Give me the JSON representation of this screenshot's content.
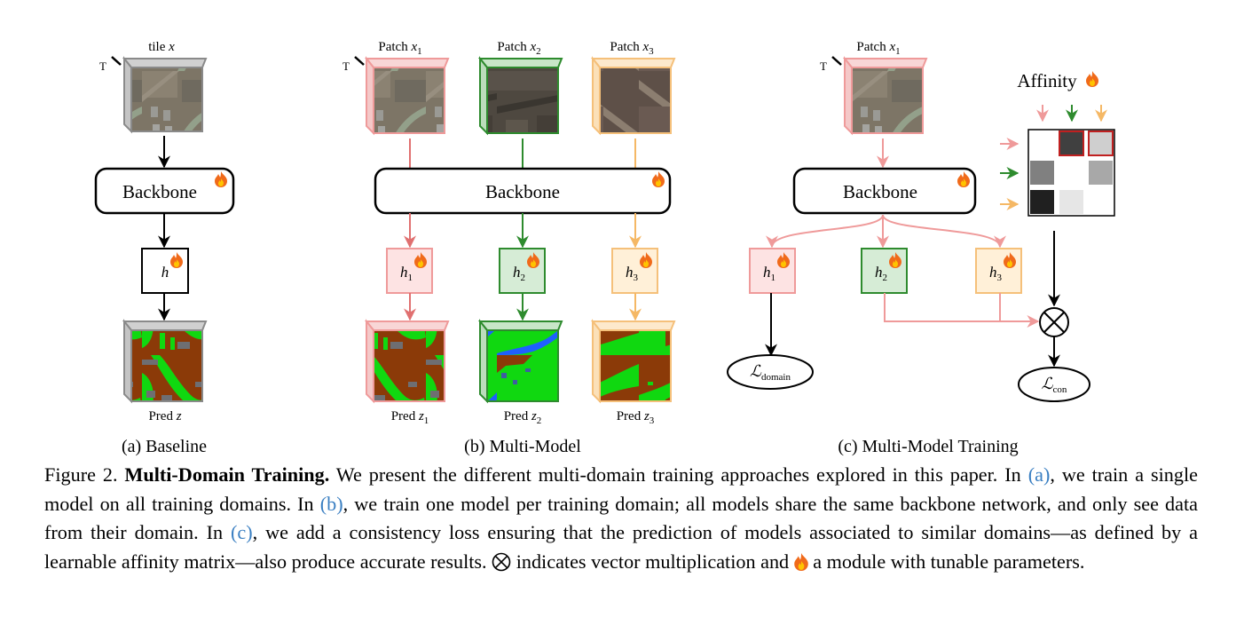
{
  "panels": {
    "a": {
      "tile_label_prefix": "tile ",
      "tile_label_var": "x",
      "t_label": "T",
      "backbone": "Backbone",
      "head": "h",
      "pred_prefix": "Pred ",
      "pred_var": "z",
      "caption": "(a) Baseline"
    },
    "b": {
      "t_label": "T",
      "patches": [
        {
          "prefix": "Patch ",
          "var": "x",
          "sub": "1"
        },
        {
          "prefix": "Patch ",
          "var": "x",
          "sub": "2"
        },
        {
          "prefix": "Patch ",
          "var": "x",
          "sub": "3"
        }
      ],
      "backbone": "Backbone",
      "heads": [
        {
          "var": "h",
          "sub": "1"
        },
        {
          "var": "h",
          "sub": "2"
        },
        {
          "var": "h",
          "sub": "3"
        }
      ],
      "preds": [
        {
          "prefix": "Pred ",
          "var": "z",
          "sub": "1"
        },
        {
          "prefix": "Pred ",
          "var": "z",
          "sub": "2"
        },
        {
          "prefix": "Pred ",
          "var": "z",
          "sub": "3"
        }
      ],
      "caption": "(b) Multi-Model"
    },
    "c": {
      "t_label": "T",
      "patch": {
        "prefix": "Patch ",
        "var": "x",
        "sub": "1"
      },
      "backbone": "Backbone",
      "affinity": "Affinity",
      "heads": [
        {
          "var": "h",
          "sub": "1"
        },
        {
          "var": "h",
          "sub": "2"
        },
        {
          "var": "h",
          "sub": "3"
        }
      ],
      "loss_domain": {
        "var": "ℒ",
        "sub": "domain"
      },
      "loss_con": {
        "var": "ℒ",
        "sub": "con"
      },
      "caption": "(c) Multi-Model Training"
    }
  },
  "colors": {
    "domain1": "#e8868a",
    "domain2": "#2e8b2e",
    "domain3": "#f5c07a",
    "link": "#3a7fc2",
    "fire": "#f06a1a",
    "land_brown": "#8b3a08",
    "land_green": "#10d810",
    "water_blue": "#1f5fff",
    "gray_cube": "#8a8a8a"
  },
  "icons": {
    "fire": "fire-icon",
    "otimes": "otimes-icon",
    "arrow": "arrow-icon"
  },
  "caption": {
    "label": "Figure 2. ",
    "title": "Multi-Domain Training.",
    "t1": " We present the different multi-domain training approaches explored in this paper. In ",
    "ref_a": "(a)",
    "t2": ", we train a single model on all training domains. In ",
    "ref_b": "(b)",
    "t3": ", we train one model per training domain; all models share the same backbone network, and only see data from their domain. In ",
    "ref_c": "(c)",
    "t4": ", we add a consistency loss ensuring that the prediction of models associated to similar domains—as defined by a learnable affinity matrix—also produce accurate results. ",
    "t5": " indicates vector multiplication and ",
    "t6": " a module with tunable parameters."
  }
}
